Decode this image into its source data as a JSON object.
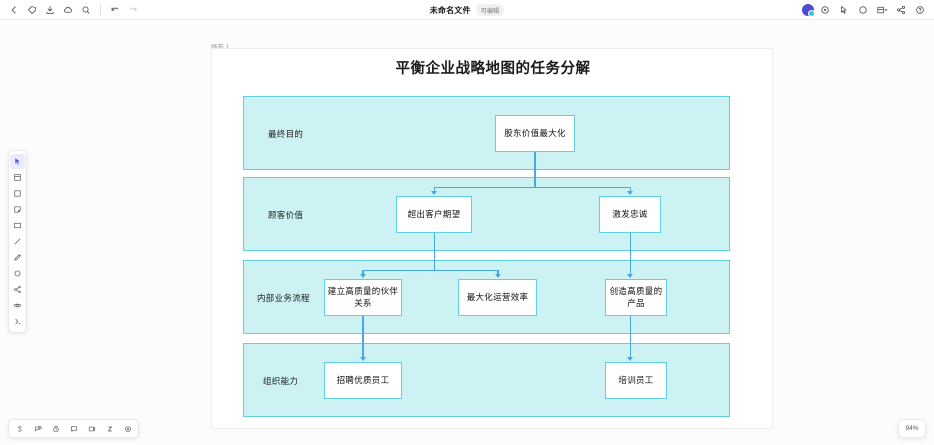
{
  "app": {
    "document_title": "未命名文件",
    "document_badge": "可编辑",
    "canvas_label": "画布 1",
    "zoom_level": "94%"
  },
  "top_toolbar_left": [
    {
      "name": "back-icon",
      "label": "返回"
    },
    {
      "name": "tag-icon",
      "label": "标签"
    },
    {
      "name": "save-icon",
      "label": "保存"
    },
    {
      "name": "cloud-icon",
      "label": "云同步"
    },
    {
      "name": "search-icon",
      "label": "搜索"
    },
    {
      "name": "undo-icon",
      "label": "撤销"
    },
    {
      "name": "redo-icon",
      "label": "重做"
    }
  ],
  "top_toolbar_right": [
    {
      "name": "avatar",
      "label": "用户"
    },
    {
      "name": "target-icon",
      "label": "定位"
    },
    {
      "name": "pointer-icon",
      "label": "指针"
    },
    {
      "name": "circle-icon",
      "label": "形状"
    },
    {
      "name": "layout-icon",
      "label": "布局"
    },
    {
      "name": "share-icon",
      "label": "分享"
    },
    {
      "name": "help-icon",
      "label": "帮助"
    }
  ],
  "left_rail": [
    {
      "name": "select-tool",
      "label": "选择",
      "active": true
    },
    {
      "name": "frame-tool",
      "label": "画框",
      "active": false
    },
    {
      "name": "shape-tool",
      "label": "形状",
      "active": false
    },
    {
      "name": "sticky-note-tool",
      "label": "便签",
      "active": false
    },
    {
      "name": "rectangle-tool",
      "label": "矩形",
      "active": false
    },
    {
      "name": "line-tool",
      "label": "直线",
      "active": false
    },
    {
      "name": "pen-tool",
      "label": "画笔",
      "active": false
    },
    {
      "name": "ellipse-tool",
      "label": "椭圆",
      "active": false
    },
    {
      "name": "connector-tool",
      "label": "连接线",
      "active": false
    },
    {
      "name": "view-tool",
      "label": "视图",
      "active": false
    },
    {
      "name": "more-tools",
      "label": "更多",
      "active": false
    }
  ],
  "bottom_toolbar": [
    {
      "name": "shortcut-icon",
      "label": "S"
    },
    {
      "name": "comment-icon",
      "label": "评论"
    },
    {
      "name": "history-icon",
      "label": "历史"
    },
    {
      "name": "chat-icon",
      "label": "聊天"
    },
    {
      "name": "present-icon",
      "label": "演示"
    },
    {
      "name": "zen-icon",
      "label": "Z"
    },
    {
      "name": "settings-icon",
      "label": "设置"
    }
  ],
  "chart_data": {
    "type": "diagram",
    "title": "平衡企业战略地图的任务分解",
    "bands": [
      {
        "label": "最终目的",
        "nodes": [
          {
            "text": "股东价值最大化"
          }
        ]
      },
      {
        "label": "顾客价值",
        "nodes": [
          {
            "text": "超出客户期望"
          },
          {
            "text": "激发忠诚"
          }
        ]
      },
      {
        "label": "内部业务流程",
        "nodes": [
          {
            "text": "建立高质量的伙伴关系"
          },
          {
            "text": "最大化运营效率"
          },
          {
            "text": "创造高质量的产品"
          }
        ]
      },
      {
        "label": "组织能力",
        "nodes": [
          {
            "text": "招聘优质员工"
          },
          {
            "text": "培训员工"
          }
        ]
      }
    ],
    "colors": {
      "band_fill": "#cdf2f3",
      "band_border": "#62d0dc",
      "node_border": "#62cfe4",
      "node_fill": "#ffffff",
      "connector": "#4aa7e2",
      "accent": "#4b4bd6"
    }
  }
}
